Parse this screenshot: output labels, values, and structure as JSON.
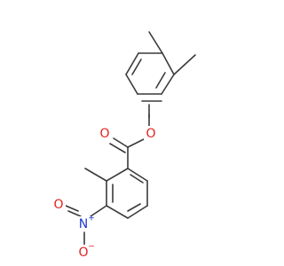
{
  "atoms": {
    "ester_carbonyl_oxygen": {
      "symbol": "O",
      "color": "#e02020"
    },
    "ester_bridge_oxygen": {
      "symbol": "O",
      "color": "#e02020"
    },
    "nitro_nitrogen": {
      "symbol": "N",
      "color": "#1f3bd1",
      "charge": "+"
    },
    "nitro_oxygen_left": {
      "symbol": "O",
      "color": "#e02020"
    },
    "nitro_oxygen_bottom": {
      "symbol": "O",
      "color": "#e02020",
      "charge": "−"
    }
  },
  "colors": {
    "bond": "#3a3a3a",
    "oxygen": "#e02020",
    "nitrogen": "#1f3bd1"
  }
}
